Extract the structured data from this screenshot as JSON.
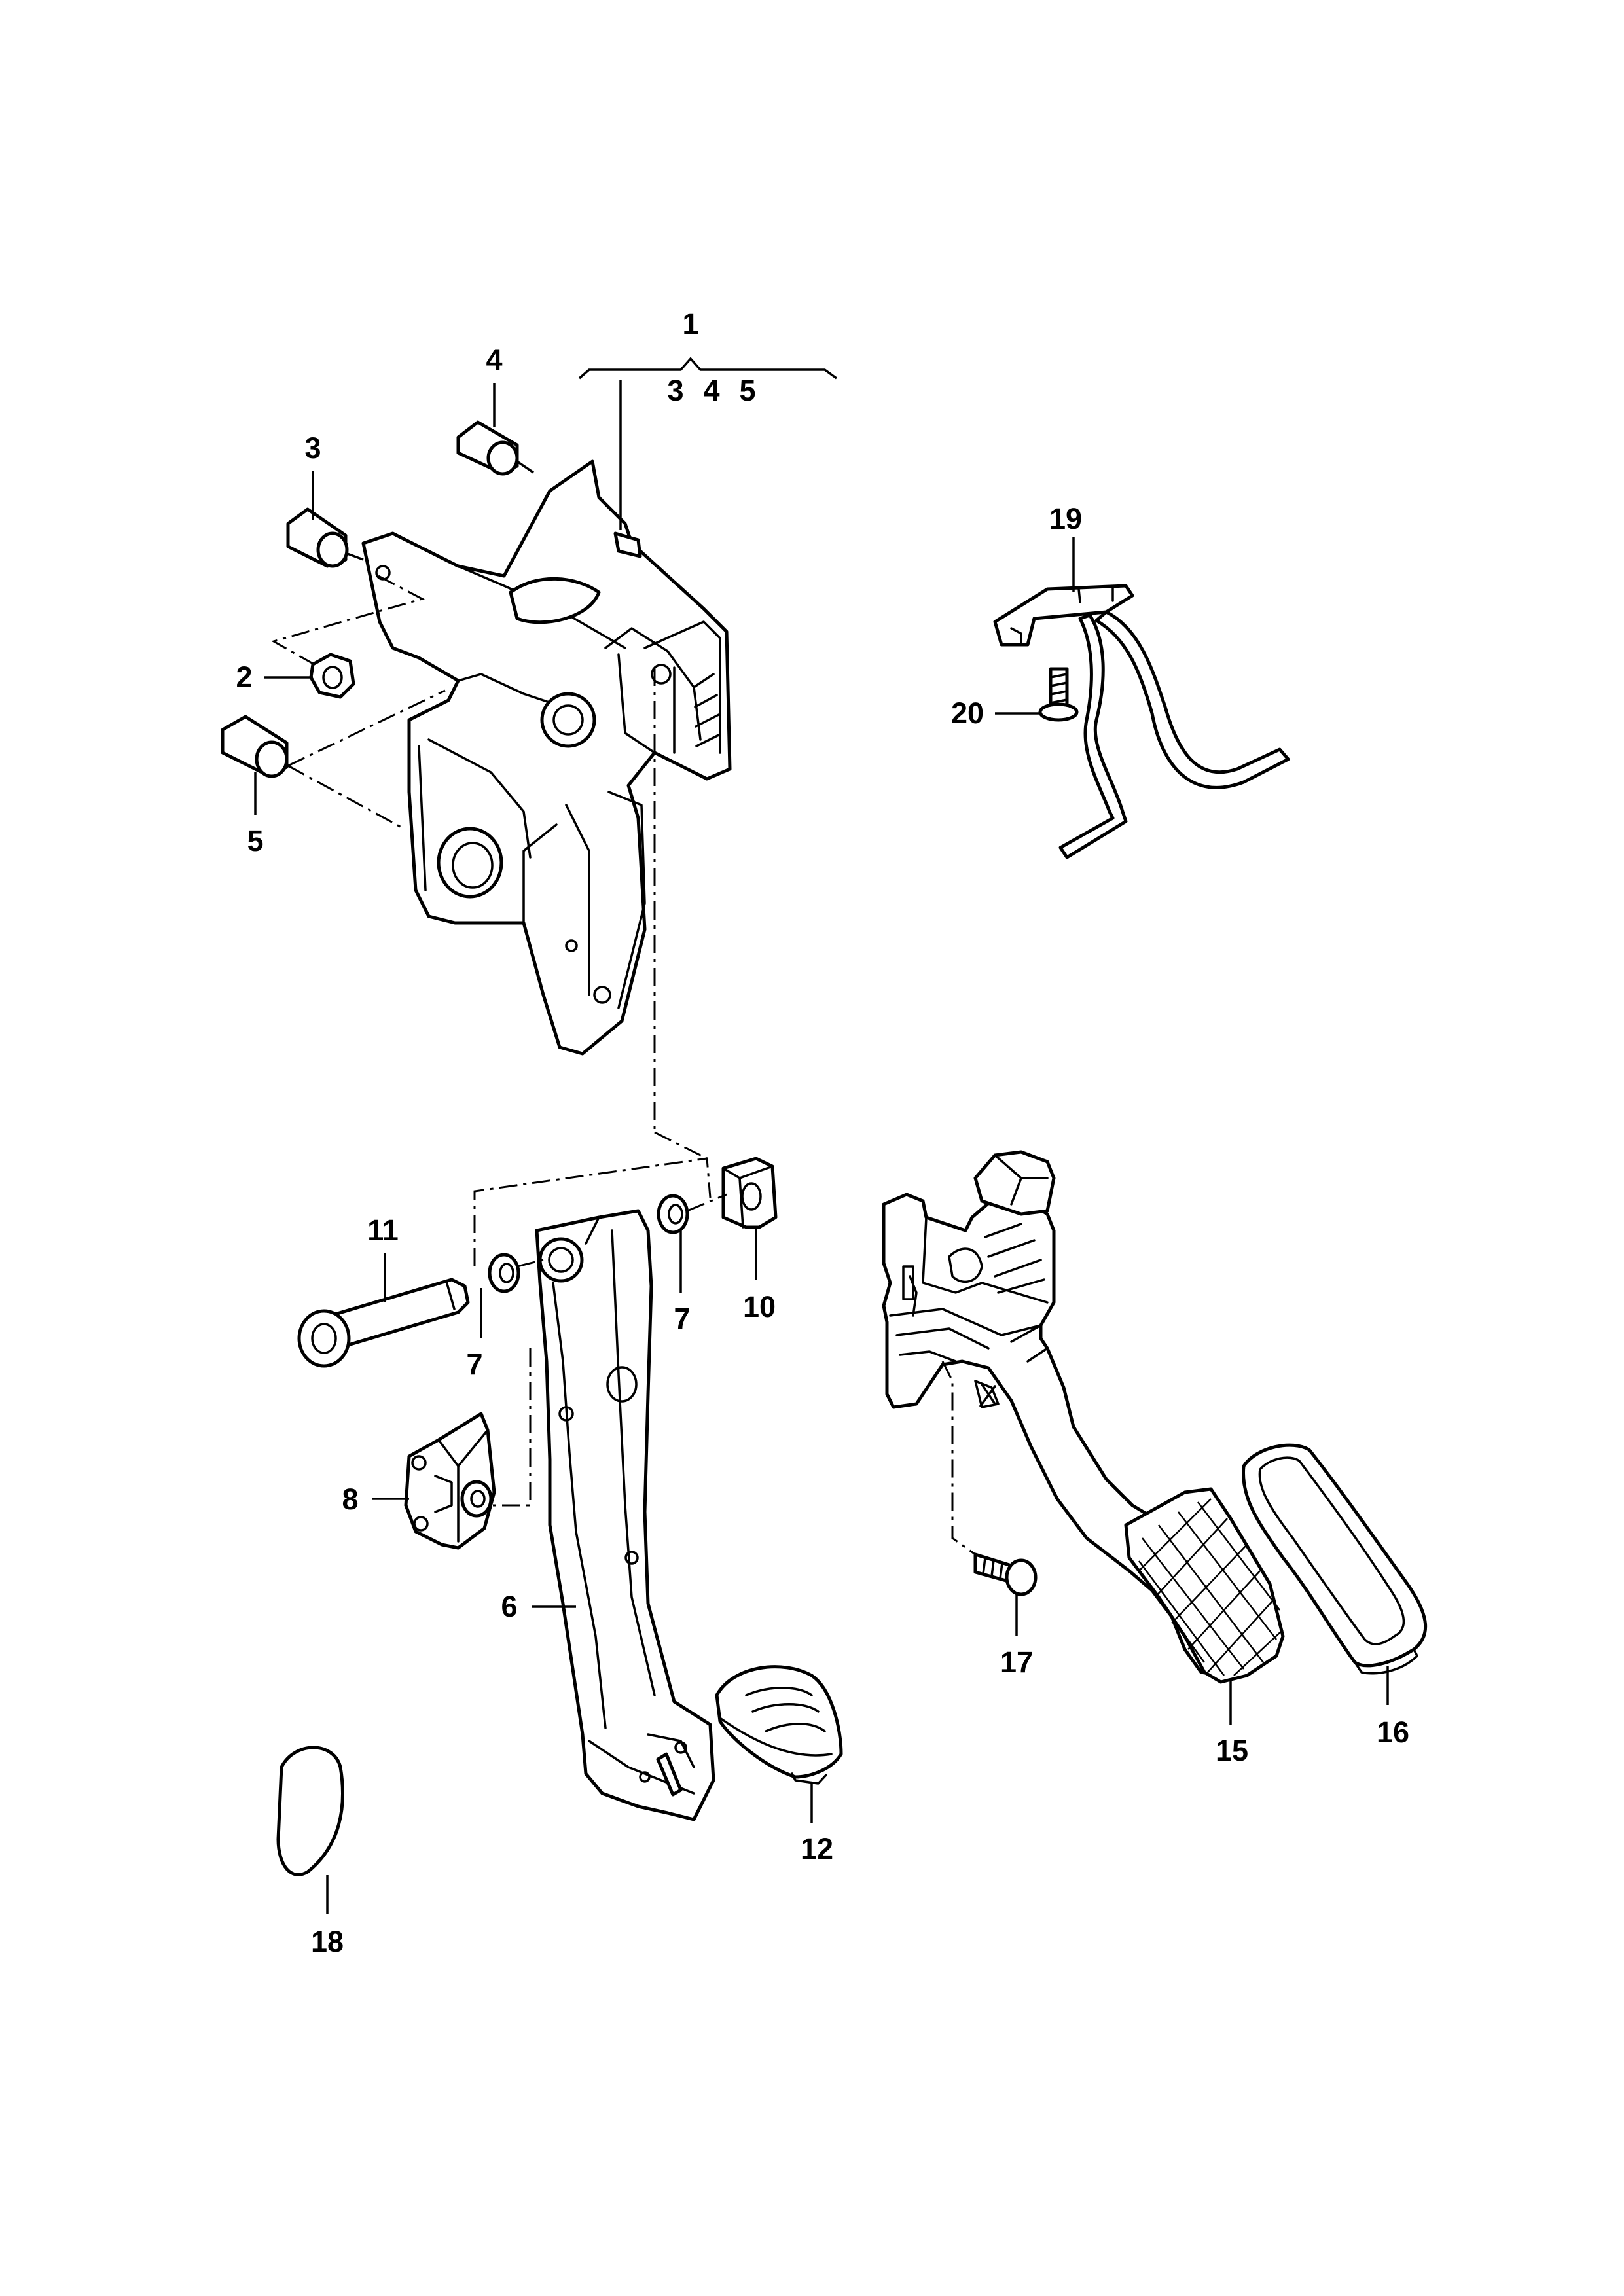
{
  "diagram": {
    "callouts": {
      "c1": "1",
      "c1_sub_3": "3",
      "c1_sub_4": "4",
      "c1_sub_5": "5",
      "c2": "2",
      "c3": "3",
      "c4": "4",
      "c5": "5",
      "c6": "6",
      "c7a": "7",
      "c7b": "7",
      "c8": "8",
      "c10": "10",
      "c11": "11",
      "c12": "12",
      "c15": "15",
      "c16": "16",
      "c17": "17",
      "c18": "18",
      "c19": "19",
      "c20": "20"
    },
    "colors": {
      "line": "#000000",
      "background": "#ffffff"
    }
  }
}
